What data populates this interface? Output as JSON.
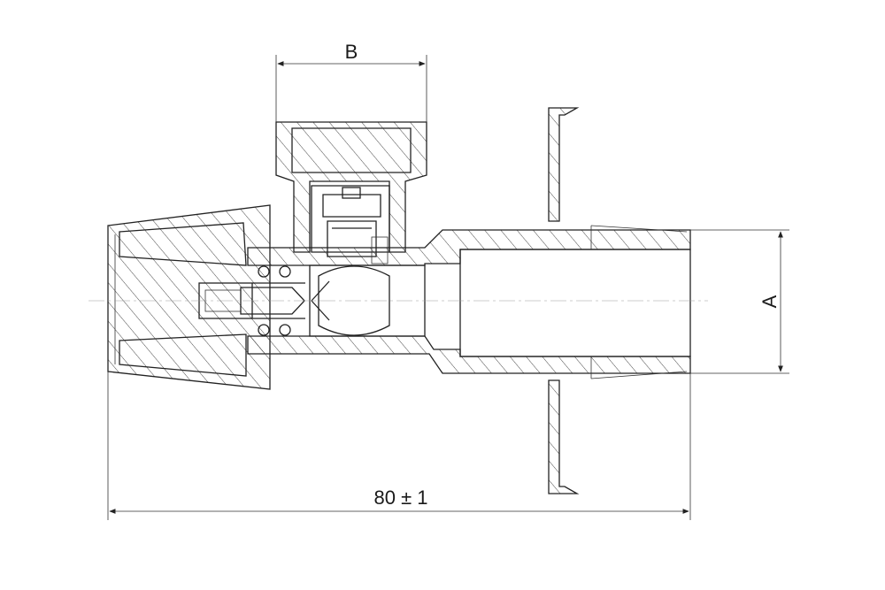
{
  "drawing": {
    "dimensions": {
      "width_label": "B",
      "height_label": "A",
      "overall_length_label": "80 ± 1"
    },
    "colors": {
      "line": "#222222",
      "hatch": "#333333",
      "background": "#ffffff"
    }
  }
}
